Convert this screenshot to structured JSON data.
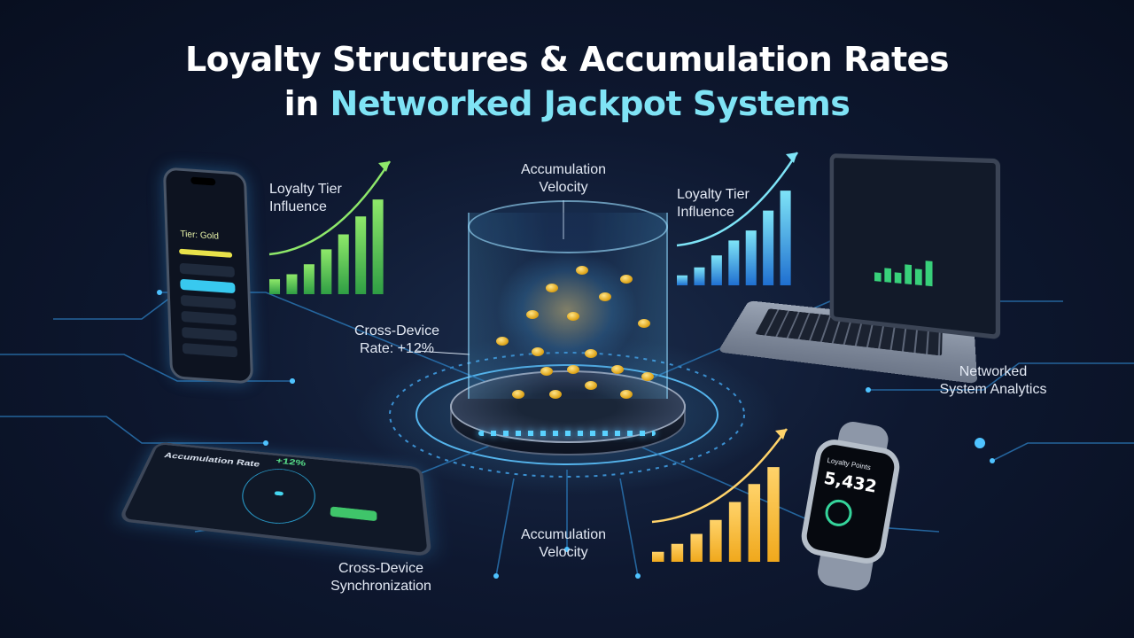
{
  "title": {
    "line1": "Loyalty Structures & Accumulation Rates",
    "line2_prefix": "in ",
    "line2_accent": "Networked Jackpot Systems"
  },
  "labels": {
    "accumulation_velocity_top": [
      "Accumulation",
      "Velocity"
    ],
    "loyalty_tier_left": [
      "Loyalty Tier",
      "Influence"
    ],
    "loyalty_tier_right": [
      "Loyalty Tier",
      "Influence"
    ],
    "cross_device_rate": [
      "Cross-Device",
      "Rate: +12%"
    ],
    "networked_analytics": [
      "Networked",
      "System Analytics"
    ],
    "accumulation_velocity_bottom": [
      "Accumulation",
      "Velocity"
    ],
    "cross_device_sync": [
      "Cross-Device",
      "Synchronization"
    ]
  },
  "devices": {
    "phone": {
      "tier_text": "Tier: Gold"
    },
    "tablet": {
      "title": "Accumulation Rate",
      "rate": "+12%"
    },
    "watch": {
      "title": "Loyalty Points",
      "value": "5,432"
    }
  },
  "growth_charts": [
    {
      "color_from": "#2f9e44",
      "color_to": "#8ee86a",
      "levels": [
        0.15,
        0.2,
        0.3,
        0.45,
        0.6,
        0.78,
        0.95
      ]
    },
    {
      "color_from": "#1f6fd0",
      "color_to": "#7ee4f7",
      "levels": [
        0.1,
        0.18,
        0.3,
        0.45,
        0.55,
        0.75,
        0.95
      ]
    },
    {
      "color_from": "#f0a81c",
      "color_to": "#ffd36a",
      "levels": [
        0.1,
        0.18,
        0.28,
        0.42,
        0.6,
        0.78,
        0.95
      ]
    }
  ],
  "colors": {
    "accent": "#7fe3f5",
    "circuit": "#2a78b8",
    "glow": "#4fc3ff",
    "coin": "#f5c542"
  }
}
